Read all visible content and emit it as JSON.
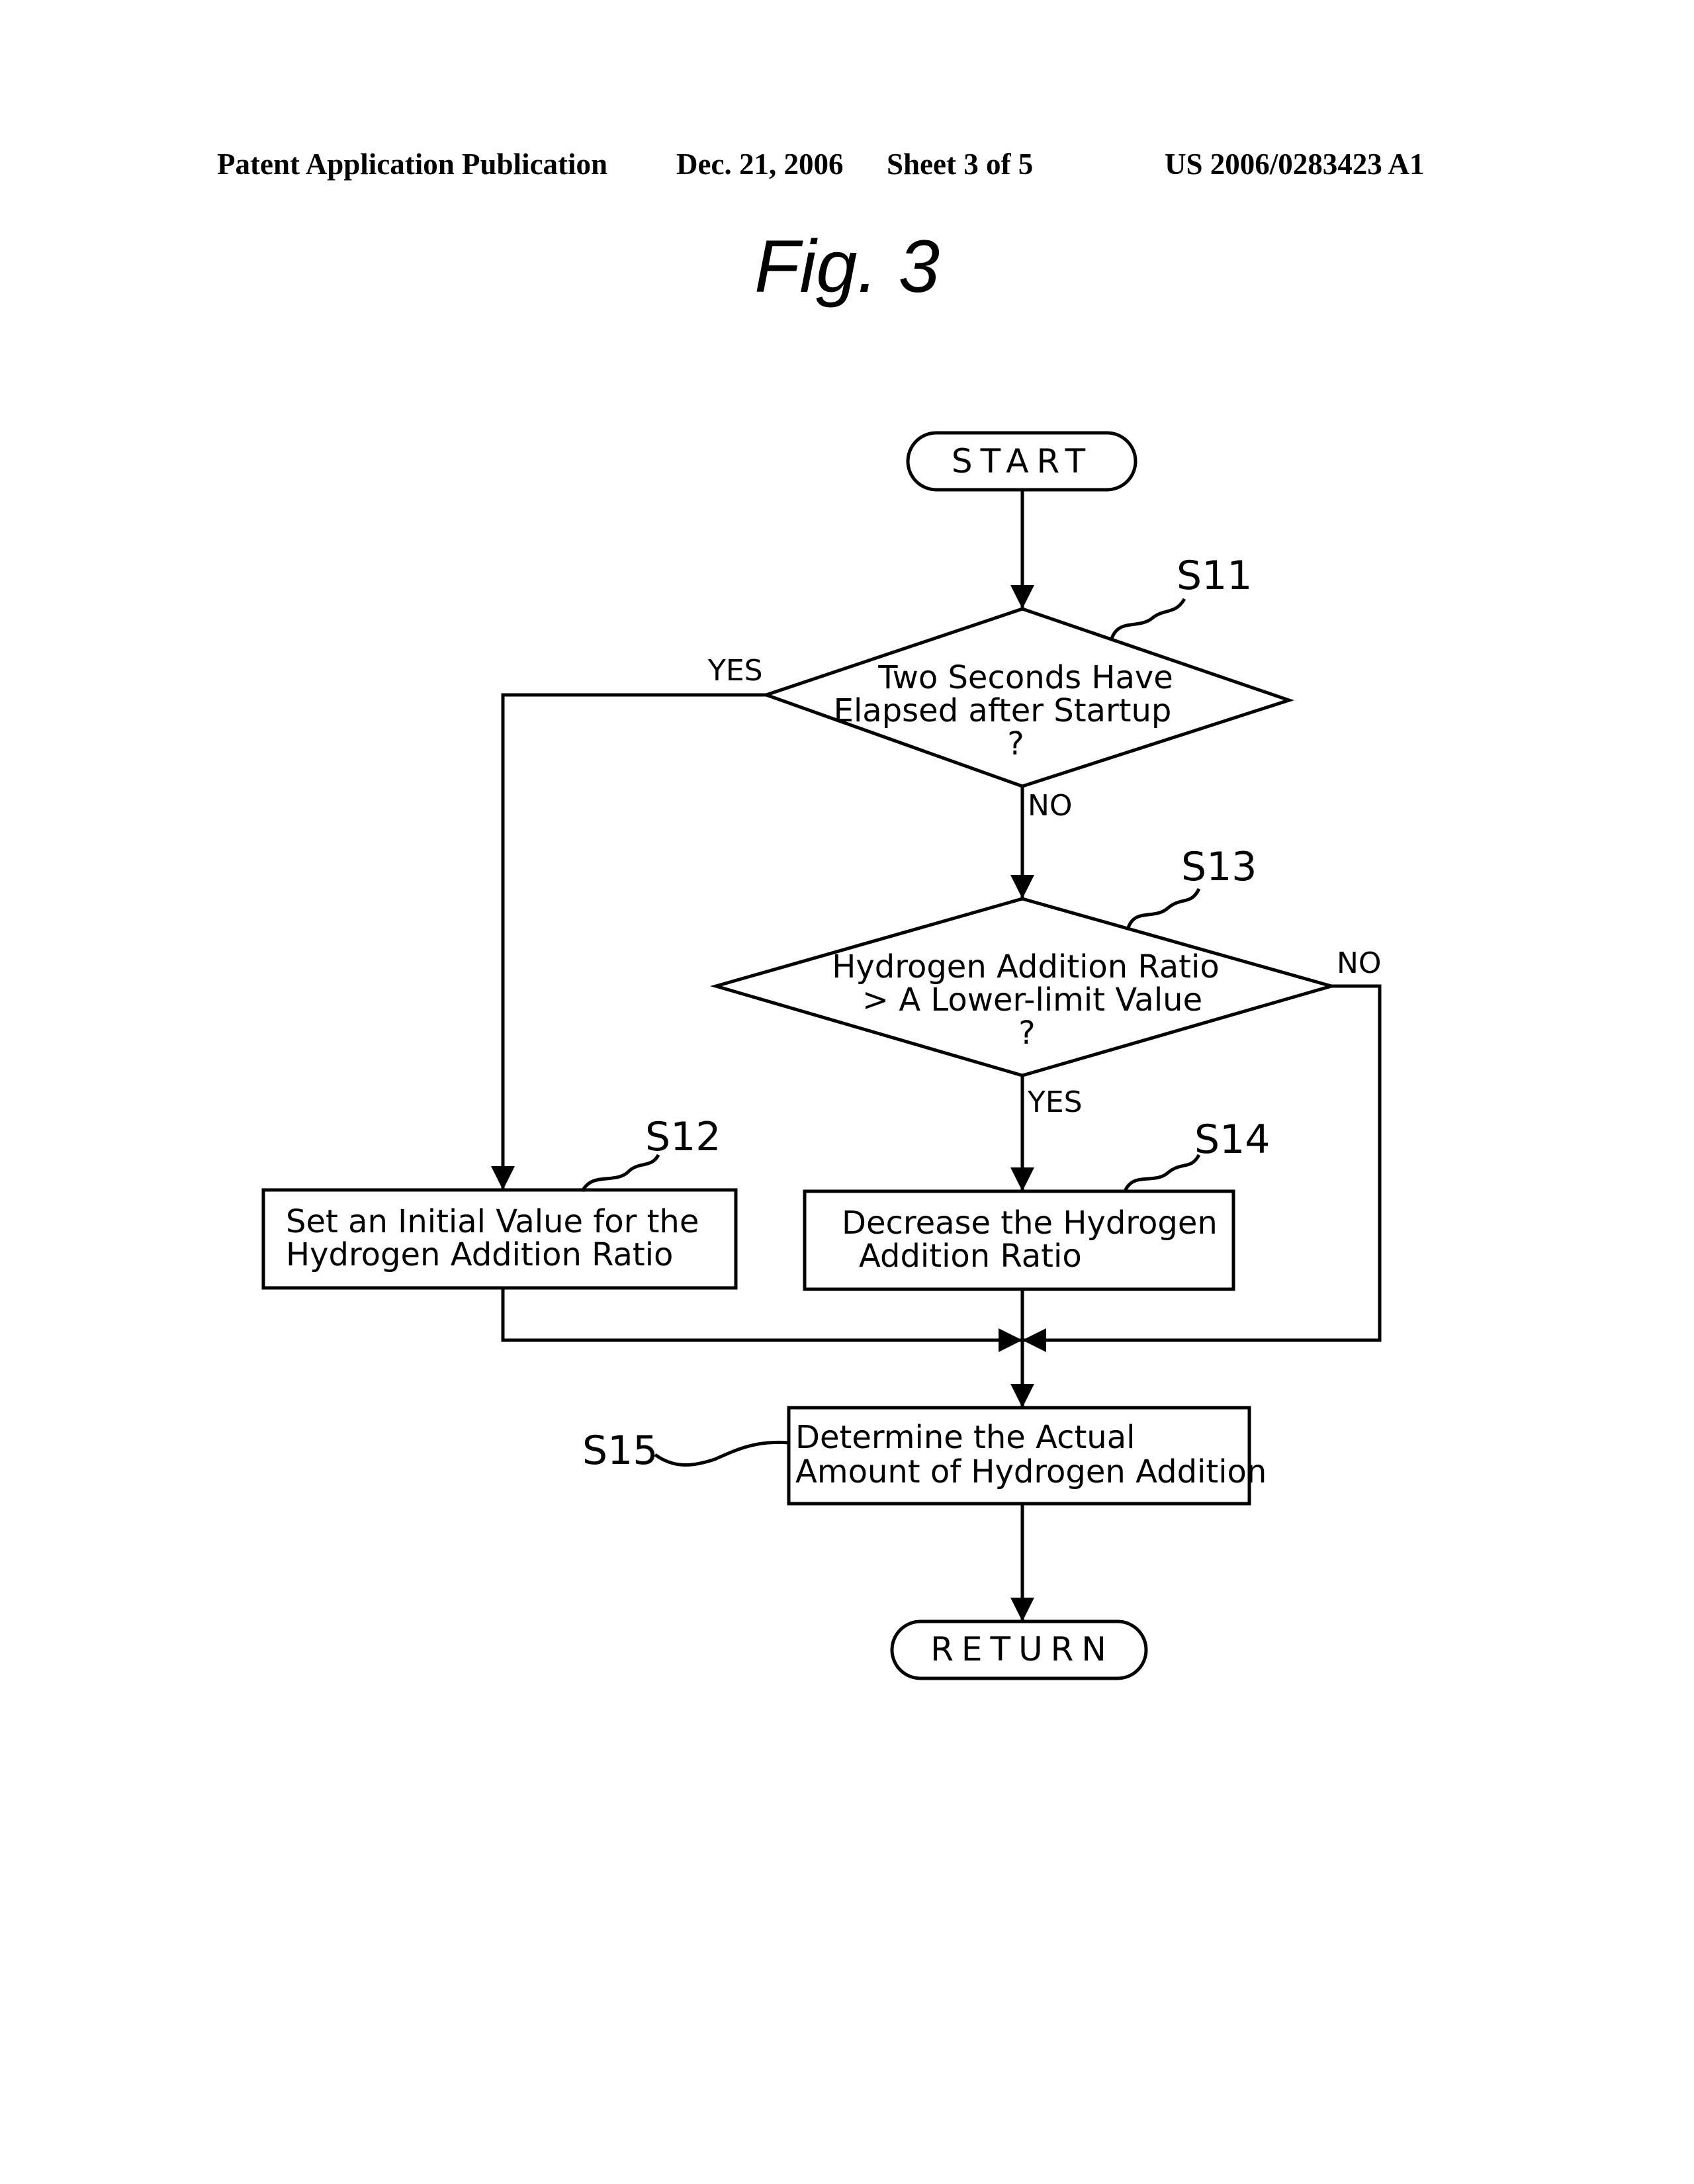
{
  "header": {
    "publication": "Patent Application Publication",
    "date": "Dec. 21, 2006",
    "sheet": "Sheet 3 of 5",
    "number": "US 2006/0283423 A1"
  },
  "figure_title": "Fig. 3",
  "flowchart": {
    "start": "START",
    "end": "RETURN",
    "s11": {
      "step": "S11",
      "lines": [
        "Two Seconds Have",
        "Elapsed after Startup",
        "?"
      ],
      "yes": "YES",
      "no": "NO"
    },
    "s12": {
      "step": "S12",
      "lines": [
        "Set an Initial Value for the",
        "Hydrogen Addition Ratio"
      ]
    },
    "s13": {
      "step": "S13",
      "lines": [
        "Hydrogen Addition Ratio",
        "> A Lower-limit Value",
        "?"
      ],
      "yes": "YES",
      "no": "NO"
    },
    "s14": {
      "step": "S14",
      "lines": [
        "Decrease the Hydrogen",
        "Addition Ratio"
      ]
    },
    "s15": {
      "step": "S15",
      "lines": [
        "Determine the Actual",
        "Amount of Hydrogen Addition"
      ]
    }
  }
}
